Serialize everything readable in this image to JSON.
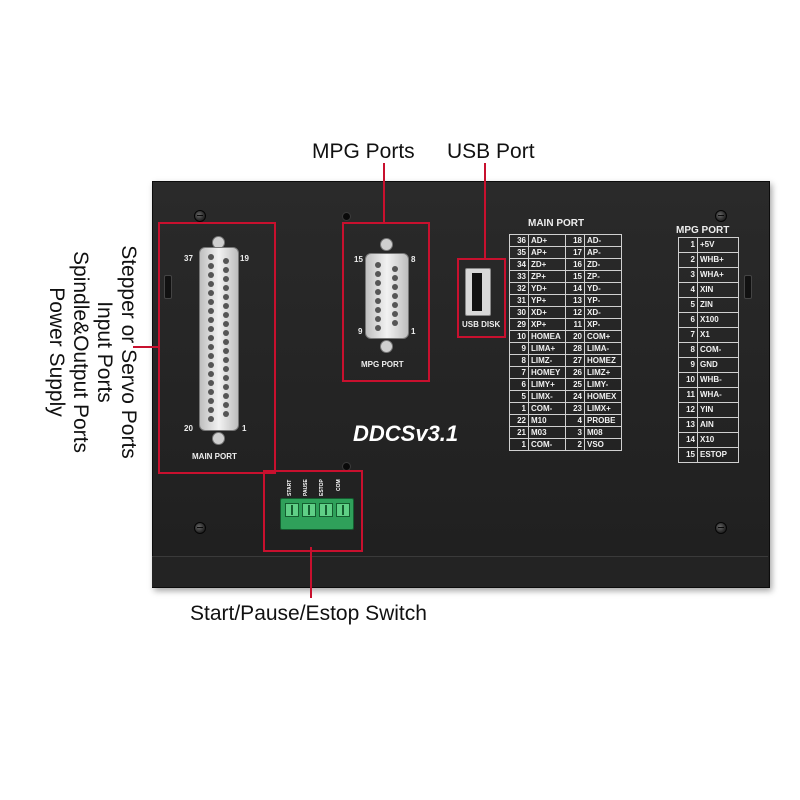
{
  "callouts": {
    "mpg_ports": "MPG Ports",
    "usb_port": "USB Port",
    "left_lines": [
      "Stepper or Servo Ports",
      "Input Ports",
      "Spindle&Output Ports",
      "Power Supply"
    ],
    "switch": "Start/Pause/Estop Switch"
  },
  "panel": {
    "brand": "DDCSv3.1",
    "main_port_label": "MAIN PORT",
    "mpg_port_label": "MPG PORT",
    "usb_disk_label": "USB DISK",
    "main_port_table_title": "MAIN PORT",
    "mpg_port_table_title": "MPG PORT",
    "db37_pin_37": "37",
    "db37_pin_19": "19",
    "db37_pin_20": "20",
    "db37_pin_1": "1",
    "db15_pin_15": "15",
    "db15_pin_8": "8",
    "db15_pin_9": "9",
    "db15_pin_1": "1",
    "switch_terminals": [
      "START",
      "PAUSE",
      "ESTOP",
      "COM"
    ]
  },
  "main_port_left": [
    [
      "36",
      "AD+"
    ],
    [
      "35",
      "AP+"
    ],
    [
      "34",
      "ZD+"
    ],
    [
      "33",
      "ZP+"
    ],
    [
      "32",
      "YD+"
    ],
    [
      "31",
      "YP+"
    ],
    [
      "30",
      "XD+"
    ],
    [
      "29",
      "XP+"
    ],
    [
      "10",
      "HOMEA"
    ],
    [
      "9",
      "LIMA+"
    ],
    [
      "8",
      "LIMZ-"
    ],
    [
      "7",
      "HOMEY"
    ],
    [
      "6",
      "LIMY+"
    ],
    [
      "5",
      "LIMX-"
    ],
    [
      "1",
      "COM-"
    ],
    [
      "22",
      "M10"
    ],
    [
      "21",
      "M03"
    ],
    [
      "1",
      "COM-"
    ]
  ],
  "main_port_right": [
    [
      "18",
      "AD-"
    ],
    [
      "17",
      "AP-"
    ],
    [
      "16",
      "ZD-"
    ],
    [
      "15",
      "ZP-"
    ],
    [
      "14",
      "YD-"
    ],
    [
      "13",
      "YP-"
    ],
    [
      "12",
      "XD-"
    ],
    [
      "11",
      "XP-"
    ],
    [
      "20",
      "COM+"
    ],
    [
      "28",
      "LIMA-"
    ],
    [
      "27",
      "HOMEZ"
    ],
    [
      "26",
      "LIMZ+"
    ],
    [
      "25",
      "LIMY-"
    ],
    [
      "24",
      "HOMEX"
    ],
    [
      "23",
      "LIMX+"
    ],
    [
      "4",
      "PROBE"
    ],
    [
      "3",
      "M08"
    ],
    [
      "2",
      "VSO"
    ]
  ],
  "mpg_port": [
    [
      "1",
      "+5V"
    ],
    [
      "2",
      "WHB+"
    ],
    [
      "3",
      "WHA+"
    ],
    [
      "4",
      "XIN"
    ],
    [
      "5",
      "ZIN"
    ],
    [
      "6",
      "X100"
    ],
    [
      "7",
      "X1"
    ],
    [
      "8",
      "COM-"
    ],
    [
      "9",
      "GND"
    ],
    [
      "10",
      "WHB-"
    ],
    [
      "11",
      "WHA-"
    ],
    [
      "12",
      "YIN"
    ],
    [
      "13",
      "AIN"
    ],
    [
      "14",
      "X10"
    ],
    [
      "15",
      "ESTOP"
    ]
  ]
}
